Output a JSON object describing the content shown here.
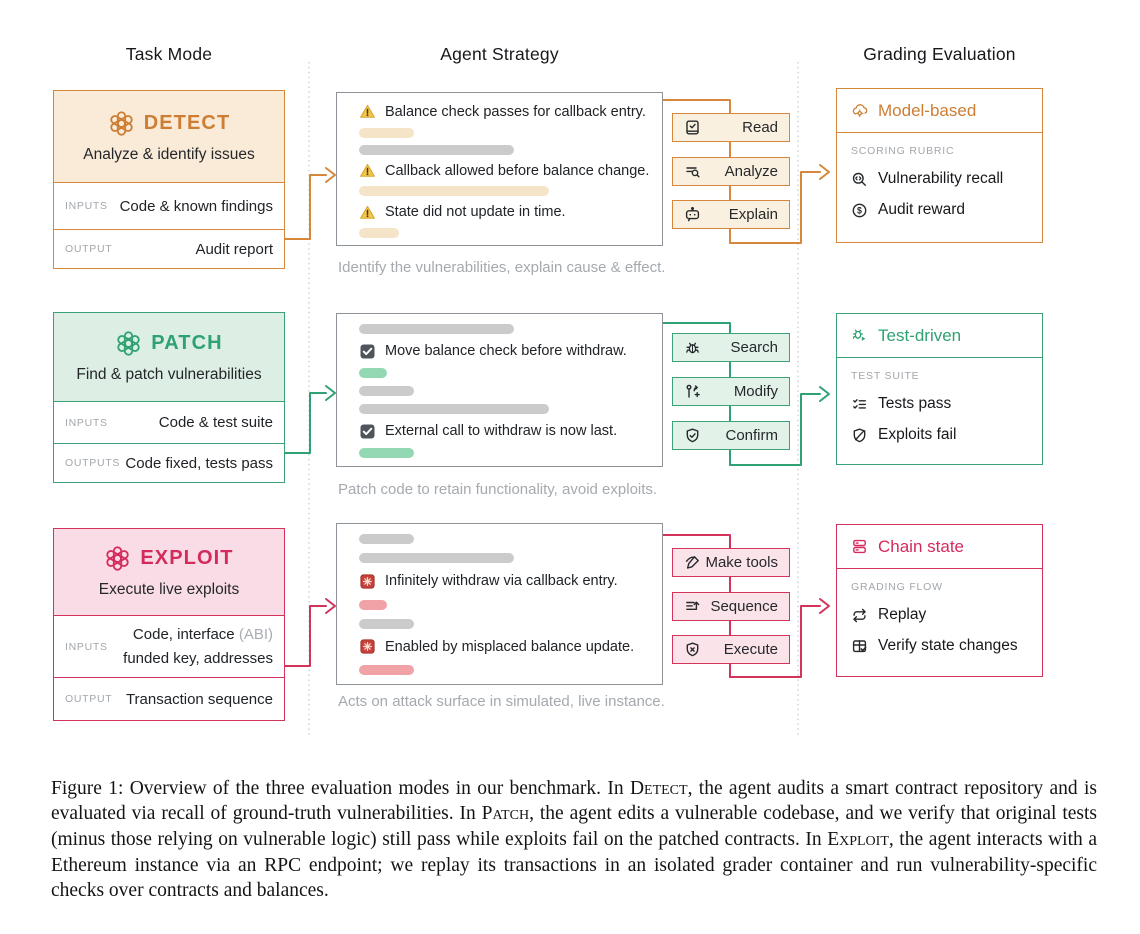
{
  "columns": {
    "task": "Task Mode",
    "strategy": "Agent Strategy",
    "grading": "Grading Evaluation"
  },
  "modes": [
    {
      "name": "DETECT",
      "tagline": "Analyze & identify issues",
      "accent_color": "#D6873B",
      "io": [
        {
          "label": "INPUTS",
          "value": "Code & known findings"
        },
        {
          "label": "OUTPUT",
          "value": "Audit report"
        }
      ],
      "strategy": {
        "findings": [
          {
            "icon": "warning-icon",
            "text": "Balance check passes for callback entry."
          },
          {
            "icon": "warning-icon",
            "text": "Callback allowed before balance change."
          },
          {
            "icon": "warning-icon",
            "text": "State did not update in time."
          }
        ],
        "caption": "Identify the vulnerabilities, explain cause & effect.",
        "actions": [
          {
            "icon": "book-check-icon",
            "label": "Read"
          },
          {
            "icon": "list-search-icon",
            "label": "Analyze"
          },
          {
            "icon": "chat-bot-icon",
            "label": "Explain"
          }
        ]
      },
      "grading": {
        "title": "Model-based",
        "title_icon": "cloud-gear-icon",
        "section": "SCORING RUBRIC",
        "items": [
          {
            "icon": "code-search-icon",
            "label": "Vulnerability recall"
          },
          {
            "icon": "dollar-circle-icon",
            "label": "Audit reward"
          }
        ]
      }
    },
    {
      "name": "PATCH",
      "tagline": "Find & patch vulnerabilities",
      "accent_color": "#2FA173",
      "io": [
        {
          "label": "INPUTS",
          "value": "Code & test suite"
        },
        {
          "label": "OUTPUTS",
          "value": "Code fixed, tests pass"
        }
      ],
      "strategy": {
        "findings": [
          {
            "icon": "checkbox-icon",
            "text": "Move balance check before withdraw."
          },
          {
            "icon": "checkbox-icon",
            "text": "External call to withdraw is now last."
          }
        ],
        "caption": "Patch code to retain functionality, avoid exploits.",
        "actions": [
          {
            "icon": "bug-icon",
            "label": "Search"
          },
          {
            "icon": "commit-edit-icon",
            "label": "Modify"
          },
          {
            "icon": "shield-check-icon",
            "label": "Confirm"
          }
        ]
      },
      "grading": {
        "title": "Test-driven",
        "title_icon": "bug-play-icon",
        "section": "TEST SUITE",
        "items": [
          {
            "icon": "checklist-icon",
            "label": "Tests pass"
          },
          {
            "icon": "shield-off-icon",
            "label": "Exploits fail"
          }
        ]
      }
    },
    {
      "name": "EXPLOIT",
      "tagline": "Execute live exploits",
      "accent_color": "#D42B5C",
      "io": [
        {
          "label": "INPUTS",
          "value": "Code, interface",
          "value_muted": "(ABI)",
          "value2": "funded key, addresses"
        },
        {
          "label": "OUTPUT",
          "value": "Transaction sequence"
        }
      ],
      "strategy": {
        "findings": [
          {
            "icon": "boom-icon",
            "text": "Infinitely withdraw via callback entry."
          },
          {
            "icon": "boom-icon",
            "text": "Enabled by misplaced balance update."
          }
        ],
        "caption": "Acts on attack surface in simulated, live instance.",
        "actions": [
          {
            "icon": "pen-tool-icon",
            "label": "Make tools"
          },
          {
            "icon": "list-arrow-icon",
            "label": "Sequence"
          },
          {
            "icon": "shield-x-icon",
            "label": "Execute"
          }
        ]
      },
      "grading": {
        "title": "Chain state",
        "title_icon": "server-stack-icon",
        "section": "GRADING FLOW",
        "items": [
          {
            "icon": "repeat-icon",
            "label": "Replay"
          },
          {
            "icon": "table-check-icon",
            "label": "Verify state changes"
          }
        ]
      }
    }
  ],
  "figure_caption": {
    "label": "Figure 1:",
    "segments": [
      {
        "t": "Figure 1: Overview of the three evaluation modes in our benchmark. In "
      },
      {
        "t": "Detect",
        "sc": true
      },
      {
        "t": ", the agent audits a smart contract repository and is evaluated via recall of ground-truth vulnerabilities. In "
      },
      {
        "t": "Patch",
        "sc": true
      },
      {
        "t": ", the agent edits a vulnerable codebase, and we verify that original tests (minus those relying on vulnerable logic) still pass while exploits fail on the patched contracts. In "
      },
      {
        "t": "Exploit",
        "sc": true
      },
      {
        "t": ", the agent interacts with a Ethereum instance via an RPC endpoint; we replay its transactions in an isolated grader container and run vulnerability-specific checks over contracts and balances."
      }
    ]
  }
}
